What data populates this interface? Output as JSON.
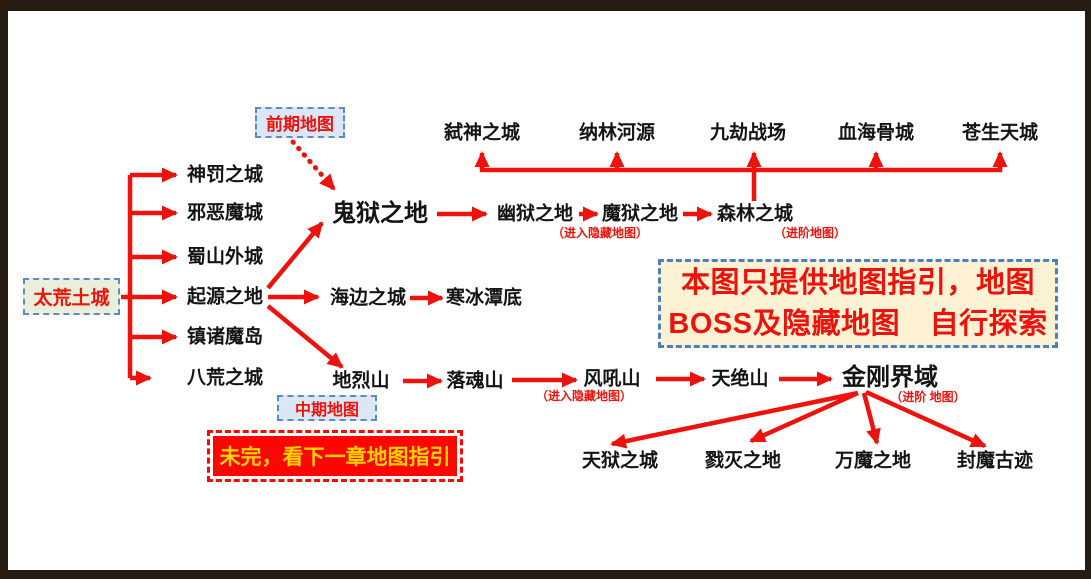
{
  "colors": {
    "accent_red": "#ed130c",
    "frame_dark": "#281c12",
    "dash_blue": "#5b8cc4",
    "notice_bg": "#fdf2d4",
    "tag_blue_bg": "#dbe7f4",
    "tag_green_bg": "#e9efda",
    "continue_bg": "#fd0500",
    "continue_text": "#ffd400",
    "node_text": "#141414"
  },
  "tags": {
    "early_map": "前期地图",
    "mid_map": "中期地图"
  },
  "nodes": {
    "taihuang": "太荒土城",
    "shenfa": "神罚之城",
    "xieemo": "邪恶魔城",
    "shushan": "蜀山外城",
    "qiyuan": "起源之地",
    "zhenzhu": "镇诸魔岛",
    "bahuang": "八荒之城",
    "guiyu": "鬼狱之地",
    "youyu": "幽狱之地",
    "moyu": "魔狱之地",
    "senlin": "森林之城",
    "shishen": "弑神之城",
    "nalin": "纳林河源",
    "jiujie": "九劫战场",
    "xuehai": "血海骨城",
    "cangsheng": "苍生天城",
    "haibian": "海边之城",
    "hanbing": "寒冰潭底",
    "dilie": "地烈山",
    "luohun": "落魂山",
    "fenghou": "风吼山",
    "tianjue": "天绝山",
    "jingang": "金刚界域",
    "tianyu": "天狱之城",
    "lumie": "戮灭之地",
    "wanmo": "万魔之地",
    "fengmo": "封魔古迹"
  },
  "annotations": {
    "hidden1": "（进入隐藏地图）",
    "adv1": "（进阶地图）",
    "hidden2": "（进入隐藏地图）",
    "adv2": "（进阶 地图）"
  },
  "notice": {
    "line1": "本图只提供地图指引，地图",
    "line2": "BOSS及隐藏地图　自行探索"
  },
  "continue_box": {
    "text": "未完，看下一章地图指引"
  },
  "edges": [
    [
      "太荒土城",
      "神罚之城"
    ],
    [
      "太荒土城",
      "邪恶魔城"
    ],
    [
      "太荒土城",
      "蜀山外城"
    ],
    [
      "太荒土城",
      "起源之地"
    ],
    [
      "太荒土城",
      "镇诸魔岛"
    ],
    [
      "太荒土城",
      "八荒之城"
    ],
    [
      "起源之地",
      "鬼狱之地"
    ],
    [
      "起源之地",
      "海边之城"
    ],
    [
      "起源之地",
      "地烈山"
    ],
    [
      "鬼狱之地",
      "幽狱之地"
    ],
    [
      "幽狱之地",
      "魔狱之地"
    ],
    [
      "魔狱之地",
      "森林之城"
    ],
    [
      "森林之城",
      "弑神之城"
    ],
    [
      "森林之城",
      "纳林河源"
    ],
    [
      "森林之城",
      "九劫战场"
    ],
    [
      "森林之城",
      "血海骨城"
    ],
    [
      "森林之城",
      "苍生天城"
    ],
    [
      "海边之城",
      "寒冰潭底"
    ],
    [
      "地烈山",
      "落魂山"
    ],
    [
      "落魂山",
      "风吼山"
    ],
    [
      "风吼山",
      "天绝山"
    ],
    [
      "天绝山",
      "金刚界域"
    ],
    [
      "金刚界域",
      "天狱之城"
    ],
    [
      "金刚界域",
      "戮灭之地"
    ],
    [
      "金刚界域",
      "万魔之地"
    ],
    [
      "金刚界域",
      "封魔古迹"
    ],
    [
      "前期地图",
      "鬼狱之地"
    ]
  ]
}
